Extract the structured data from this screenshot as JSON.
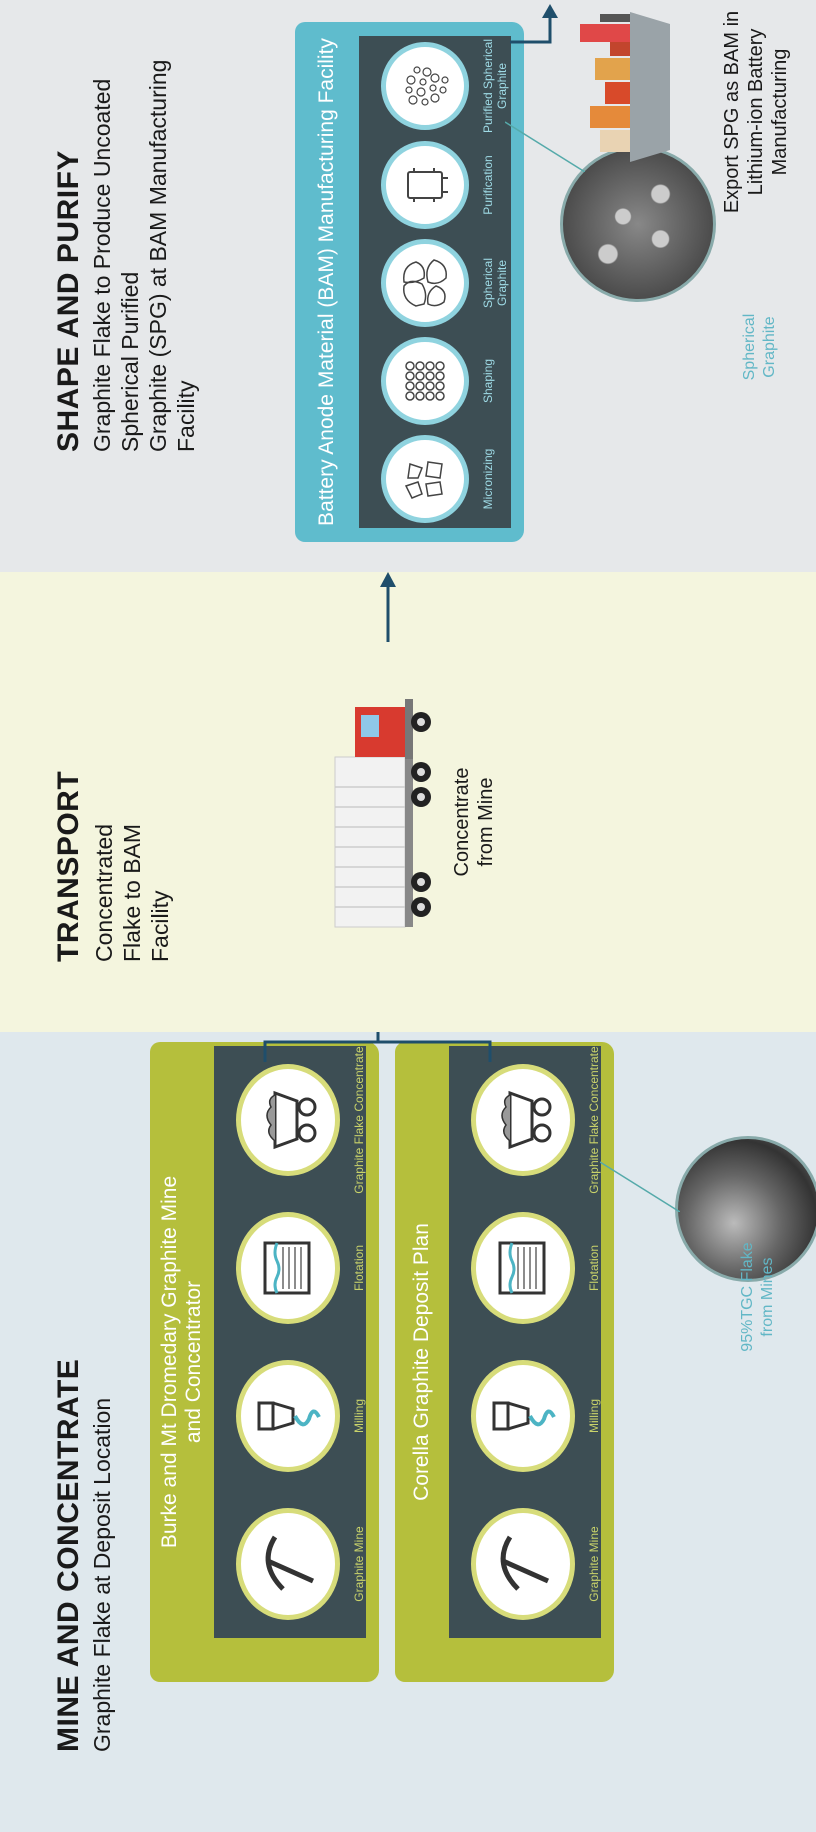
{
  "sections": {
    "mine": {
      "title": "MINE AND CONCENTRATE",
      "subtitle": "Graphite Flake at Deposit Location"
    },
    "transport": {
      "title": "TRANSPORT",
      "subtitle_line1": "Concentrated",
      "subtitle_line2": "Flake to BAM",
      "subtitle_line3": "Facility"
    },
    "shape": {
      "title": "SHAPE AND PURIFY",
      "subtitle_line1": "Graphite Flake to Produce Uncoated Spherical Purified",
      "subtitle_line2": "Graphite (SPG) at BAM Manufacturing Facility"
    }
  },
  "mine_rows": [
    {
      "band_line1": "Burke and Mt Dromedary Graphite Mine",
      "band_line2": "and Concentrator",
      "steps": [
        {
          "label": "Graphite Mine",
          "icon": "pickaxe-icon"
        },
        {
          "label": "Milling",
          "icon": "mill-icon"
        },
        {
          "label": "Flotation",
          "icon": "flotation-icon"
        },
        {
          "label": "Graphite Flake Concentrate",
          "icon": "minecart-icon"
        }
      ]
    },
    {
      "band_line1": "Corella Graphite Deposit Plan",
      "band_line2": "",
      "steps": [
        {
          "label": "Graphite Mine",
          "icon": "pickaxe-icon"
        },
        {
          "label": "Milling",
          "icon": "mill-icon"
        },
        {
          "label": "Flotation",
          "icon": "flotation-icon"
        },
        {
          "label": "Graphite Flake Concentrate",
          "icon": "minecart-icon"
        }
      ]
    }
  ],
  "flake_caption_line1": "95%TGC Flake",
  "flake_caption_line2": "from Mines",
  "truck_caption_line1": "Concentrate",
  "truck_caption_line2": "from Mine",
  "bam": {
    "band": "Battery Anode Material (BAM) Manufacturing Facility",
    "steps": [
      {
        "label": "Micronizing",
        "icon": "fragments-icon"
      },
      {
        "label": "Shaping",
        "icon": "dots-grid-icon"
      },
      {
        "label": "Spherical Graphite",
        "icon": "cells-icon"
      },
      {
        "label": "Purification",
        "icon": "purifier-icon"
      },
      {
        "label": "Purified Spherical Graphite",
        "icon": "bubbles-icon"
      }
    ]
  },
  "spherical_caption_line1": "Spherical",
  "spherical_caption_line2": "Graphite",
  "export_line1": "Export SPG as BAM in",
  "export_line2": "Lithium-ion Battery",
  "export_line3": "Manufacturing",
  "colors": {
    "mine_bg": "#dfe8ed",
    "transport_bg": "#f4f5de",
    "shape_bg": "#e6e8ea",
    "green": "#b5bf3c",
    "teal": "#5fbccd",
    "cell": "#3d4e54",
    "arrow": "#1f4e6b"
  }
}
